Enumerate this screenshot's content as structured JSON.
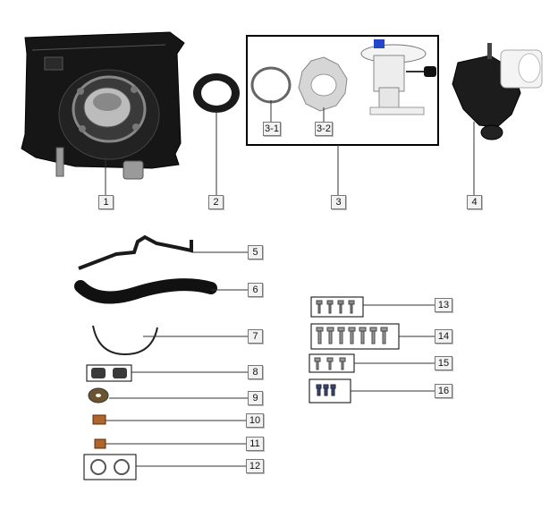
{
  "parts": [
    {
      "id": "p1",
      "label": "1",
      "name": "fuel-tank"
    },
    {
      "id": "p2",
      "label": "2",
      "name": "sealing-ring"
    },
    {
      "id": "p3",
      "label": "3",
      "name": "fuel-pump-assembly"
    },
    {
      "id": "p3-1",
      "label": "3-1",
      "name": "pump-gasket"
    },
    {
      "id": "p3-2",
      "label": "3-2",
      "name": "pump-retainer-plate"
    },
    {
      "id": "p4",
      "label": "4",
      "name": "tank-cover"
    },
    {
      "id": "p5",
      "label": "5",
      "name": "breather-hose"
    },
    {
      "id": "p6",
      "label": "6",
      "name": "filler-hose"
    },
    {
      "id": "p7",
      "label": "7",
      "name": "hose-wire"
    },
    {
      "id": "p8",
      "label": "8",
      "name": "rubber-bushings"
    },
    {
      "id": "p9",
      "label": "9",
      "name": "washer"
    },
    {
      "id": "p10",
      "label": "10",
      "name": "clip-a"
    },
    {
      "id": "p11",
      "label": "11",
      "name": "clip-b"
    },
    {
      "id": "p12",
      "label": "12",
      "name": "hose-clamps"
    },
    {
      "id": "p13",
      "label": "13",
      "name": "bolt-set-13"
    },
    {
      "id": "p14",
      "label": "14",
      "name": "bolt-set-14"
    },
    {
      "id": "p15",
      "label": "15",
      "name": "bolt-set-15"
    },
    {
      "id": "p16",
      "label": "16",
      "name": "bolt-set-16"
    }
  ],
  "colors": {
    "line": "#333333",
    "label_border": "#777777",
    "part_dark": "#1a1a1a",
    "part_white": "#f4f4f4"
  }
}
